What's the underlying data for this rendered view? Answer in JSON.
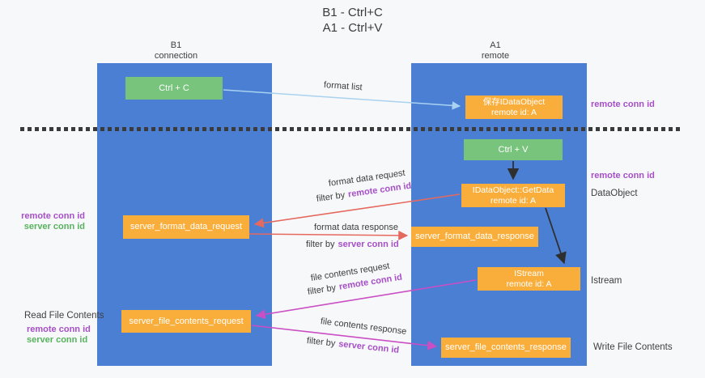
{
  "colors": {
    "background": "#f7f8f9",
    "lane_blue": "#4a7fd4",
    "box_green": "#79c47d",
    "box_orange": "#f9ae3b",
    "purple": "#a64fc8",
    "green_text": "#57b25e",
    "salmon": "#e5695f",
    "magenta": "#ca4ec4",
    "lightblue": "#a9d2f0",
    "black_arrow": "#2f2f2f"
  },
  "title": {
    "line1": "B1 - Ctrl+C",
    "line2": "A1 - Ctrl+V"
  },
  "lanes": {
    "left": {
      "name": "B1",
      "role": "connection"
    },
    "right": {
      "name": "A1",
      "role": "remote"
    }
  },
  "boxes": {
    "ctrl_c": "Ctrl + C",
    "ctrl_v": "Ctrl + V",
    "save_idataobject": {
      "line1": "保存IDataObject",
      "line2": "remote id: A"
    },
    "idataobject_getdata": {
      "line1": "IDataObject::GetData",
      "line2": "remote id: A"
    },
    "istream": {
      "line1": "IStream",
      "line2": "remote id: A"
    },
    "server_format_data_request": "server_format_data_request",
    "server_format_data_response": "server_format_data_response",
    "server_file_contents_request": "server_file_contents_request",
    "server_file_contents_response": "server_file_contents_response"
  },
  "annotations": {
    "format_list": "format list",
    "format_data_request": "format data request",
    "format_data_response": "format data response",
    "file_contents_request": "file contents request",
    "file_contents_response": "file contents response",
    "filter_by": "filter by"
  },
  "terms": {
    "remote_conn_id": "remote conn id",
    "server_conn_id": "server conn id"
  },
  "side_labels": {
    "dataobject": "DataObject",
    "istream": "Istream",
    "write_file_contents": "Write File Contents",
    "read_file_contents": "Read File Contents"
  }
}
